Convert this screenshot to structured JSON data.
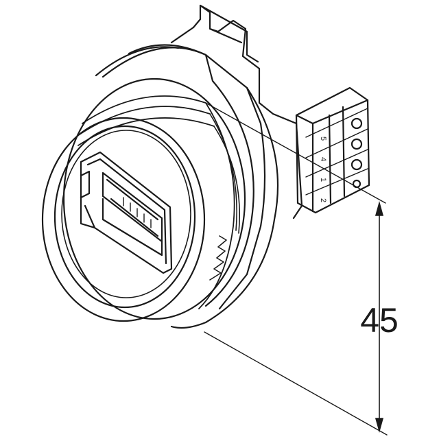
{
  "figure": {
    "dimension_value": "45",
    "pin_labels": [
      "5",
      "4",
      "1",
      "2"
    ]
  }
}
